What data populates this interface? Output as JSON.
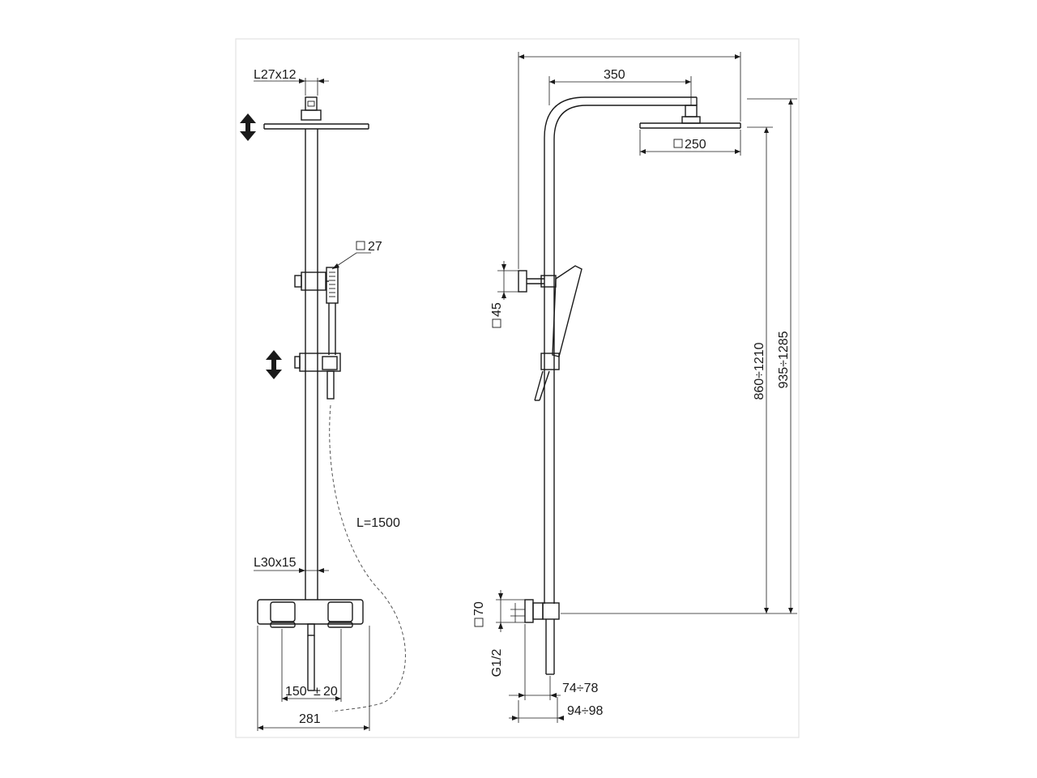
{
  "front_view": {
    "arm_section": "L27x12",
    "handshower_section": "27",
    "hose_length": "L=1500",
    "bar_section": "L30x15",
    "inlet_spacing": "150",
    "inlet_tolerance": "20",
    "mixer_width": "281"
  },
  "side_view": {
    "arm_projection": "350",
    "head_size": "250",
    "bracket_size": "45",
    "height_range_1": "860÷1210",
    "height_range_2": "935÷1285",
    "mixer_size": "70",
    "connection": "G1/2",
    "offset_range_1": "74÷78",
    "offset_range_2": "94÷98"
  }
}
